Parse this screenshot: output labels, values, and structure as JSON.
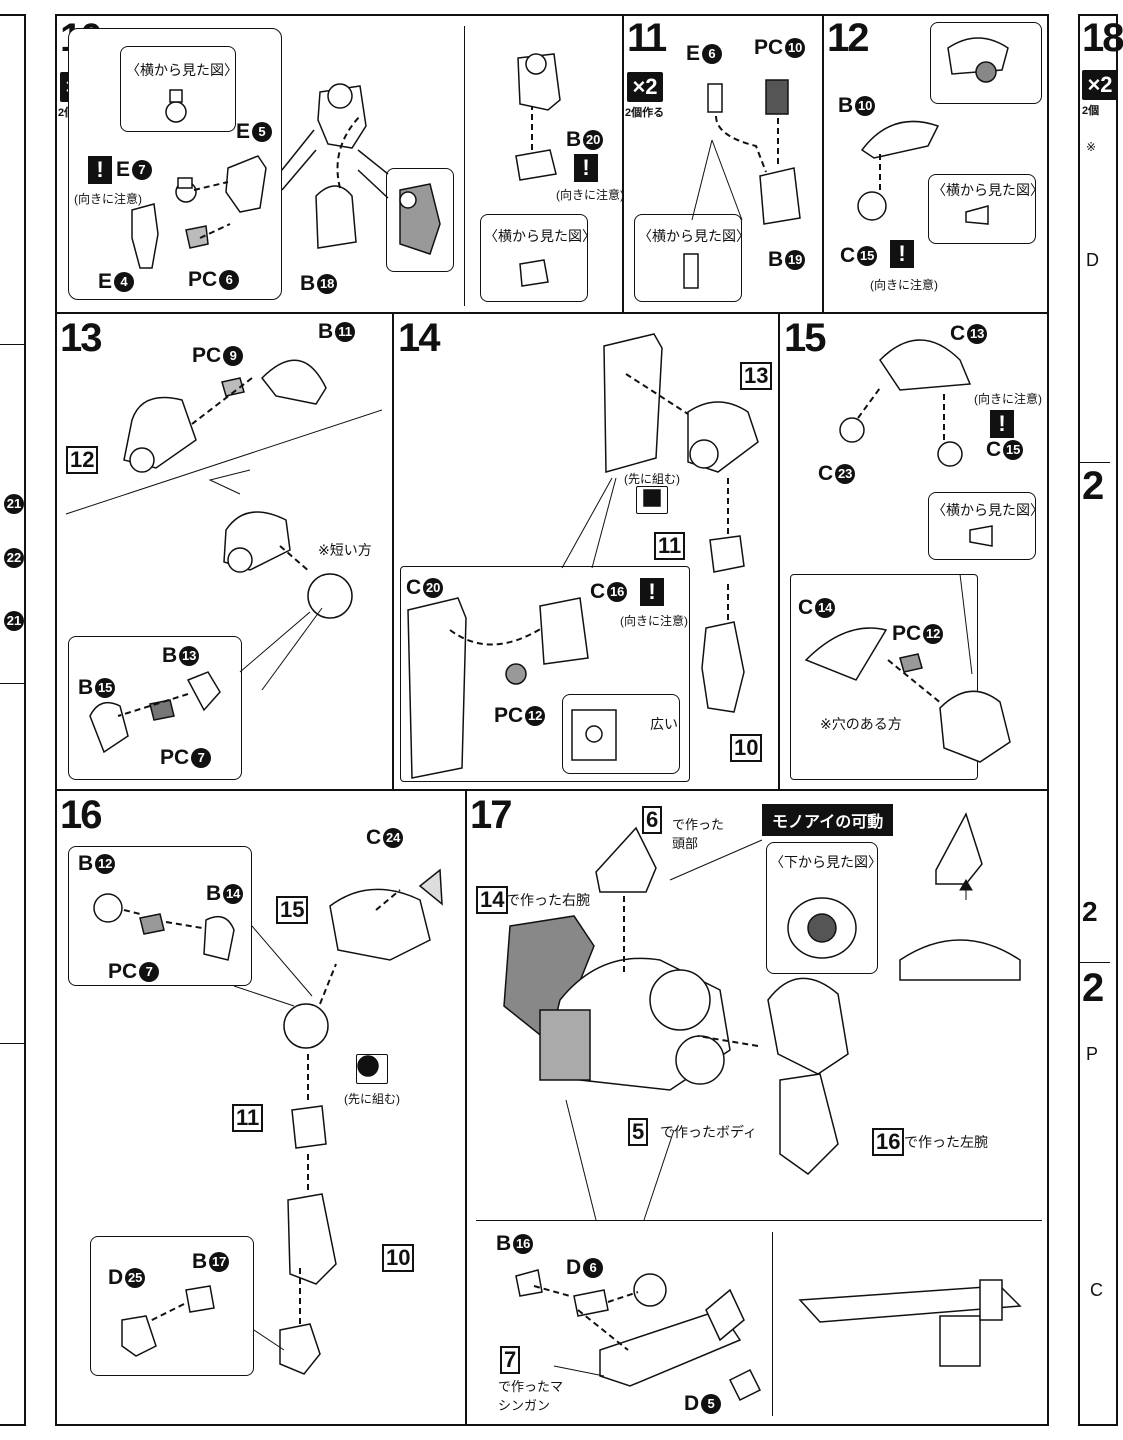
{
  "steps": {
    "s10": {
      "num": "10",
      "x2": "×2",
      "make2": "2個作る",
      "side_view": "〈横から見た図〉",
      "caution": "(向きに注意)",
      "parts": {
        "e7": "E",
        "e7n": "7",
        "e5": "E",
        "e5n": "5",
        "e4": "E",
        "e4n": "4",
        "pc6": "PC",
        "pc6n": "6",
        "b18": "B",
        "b18n": "18",
        "b20": "B",
        "b20n": "20"
      },
      "caution2": "(向きに注意)",
      "side_view2": "〈横から見た図〉"
    },
    "s11": {
      "num": "11",
      "x2": "×2",
      "make2": "2個作る",
      "side_view": "〈横から見た図〉",
      "parts": {
        "e6": "E",
        "e6n": "6",
        "pc10": "PC",
        "pc10n": "10",
        "b19": "B",
        "b19n": "19"
      }
    },
    "s12": {
      "num": "12",
      "side_view": "〈横から見た図〉",
      "caution": "(向きに注意)",
      "parts": {
        "b10": "B",
        "b10n": "10",
        "c15": "C",
        "c15n": "15"
      }
    },
    "s13": {
      "num": "13",
      "ref": "12",
      "short_side": "※短い方",
      "parts": {
        "pc9": "PC",
        "pc9n": "9",
        "b11": "B",
        "b11n": "11",
        "b13": "B",
        "b13n": "13",
        "b15": "B",
        "b15n": "15",
        "pc7": "PC",
        "pc7n": "7"
      }
    },
    "s14": {
      "num": "14",
      "ref13": "13",
      "ref11": "11",
      "ref10": "10",
      "assemble_first": "(先に組む)",
      "caution": "(向きに注意)",
      "wide": "広い",
      "parts": {
        "c20": "C",
        "c20n": "20",
        "c16": "C",
        "c16n": "16",
        "pc12": "PC",
        "pc12n": "12"
      }
    },
    "s15": {
      "num": "15",
      "caution": "(向きに注意)",
      "side_view": "〈横から見た図〉",
      "hole_side": "※穴のある方",
      "parts": {
        "c13": "C",
        "c13n": "13",
        "c23": "C",
        "c23n": "23",
        "c15": "C",
        "c15n": "15",
        "c14": "C",
        "c14n": "14",
        "pc12": "PC",
        "pc12n": "12"
      }
    },
    "s16": {
      "num": "16",
      "ref15": "15",
      "ref11": "11",
      "ref10": "10",
      "assemble_first": "(先に組む)",
      "parts": {
        "b12": "B",
        "b12n": "12",
        "b14": "B",
        "b14n": "14",
        "pc7": "PC",
        "pc7n": "7",
        "c24": "C",
        "c24n": "24",
        "d25": "D",
        "d25n": "25",
        "b17": "B",
        "b17n": "17"
      }
    },
    "s17": {
      "num": "17",
      "ref6": "6",
      "head": "で作った頭部",
      "ref14": "14",
      "right_arm": "で作った右腕",
      "ref5": "5",
      "body": "で作ったボディ",
      "ref16": "16",
      "left_arm": "で作った左腕",
      "mono_eye": "モノアイの可動",
      "bottom_view": "〈下から見た図〉",
      "ref7": "7",
      "machinegun": "で作ったマシンガン",
      "parts": {
        "b16": "B",
        "b16n": "16",
        "d6": "D",
        "d6n": "6",
        "d5": "D",
        "d5n": "5"
      }
    }
  },
  "right_edge": {
    "num": "18",
    "x2": "×2",
    "make2": "2個",
    "n20": "2",
    "n21": "2",
    "labelD": "D",
    "labelP": "P",
    "labelC": "C",
    "noteStar": "※"
  },
  "left_edge": {
    "c21": "21",
    "c22": "22",
    "c21b": "21"
  }
}
